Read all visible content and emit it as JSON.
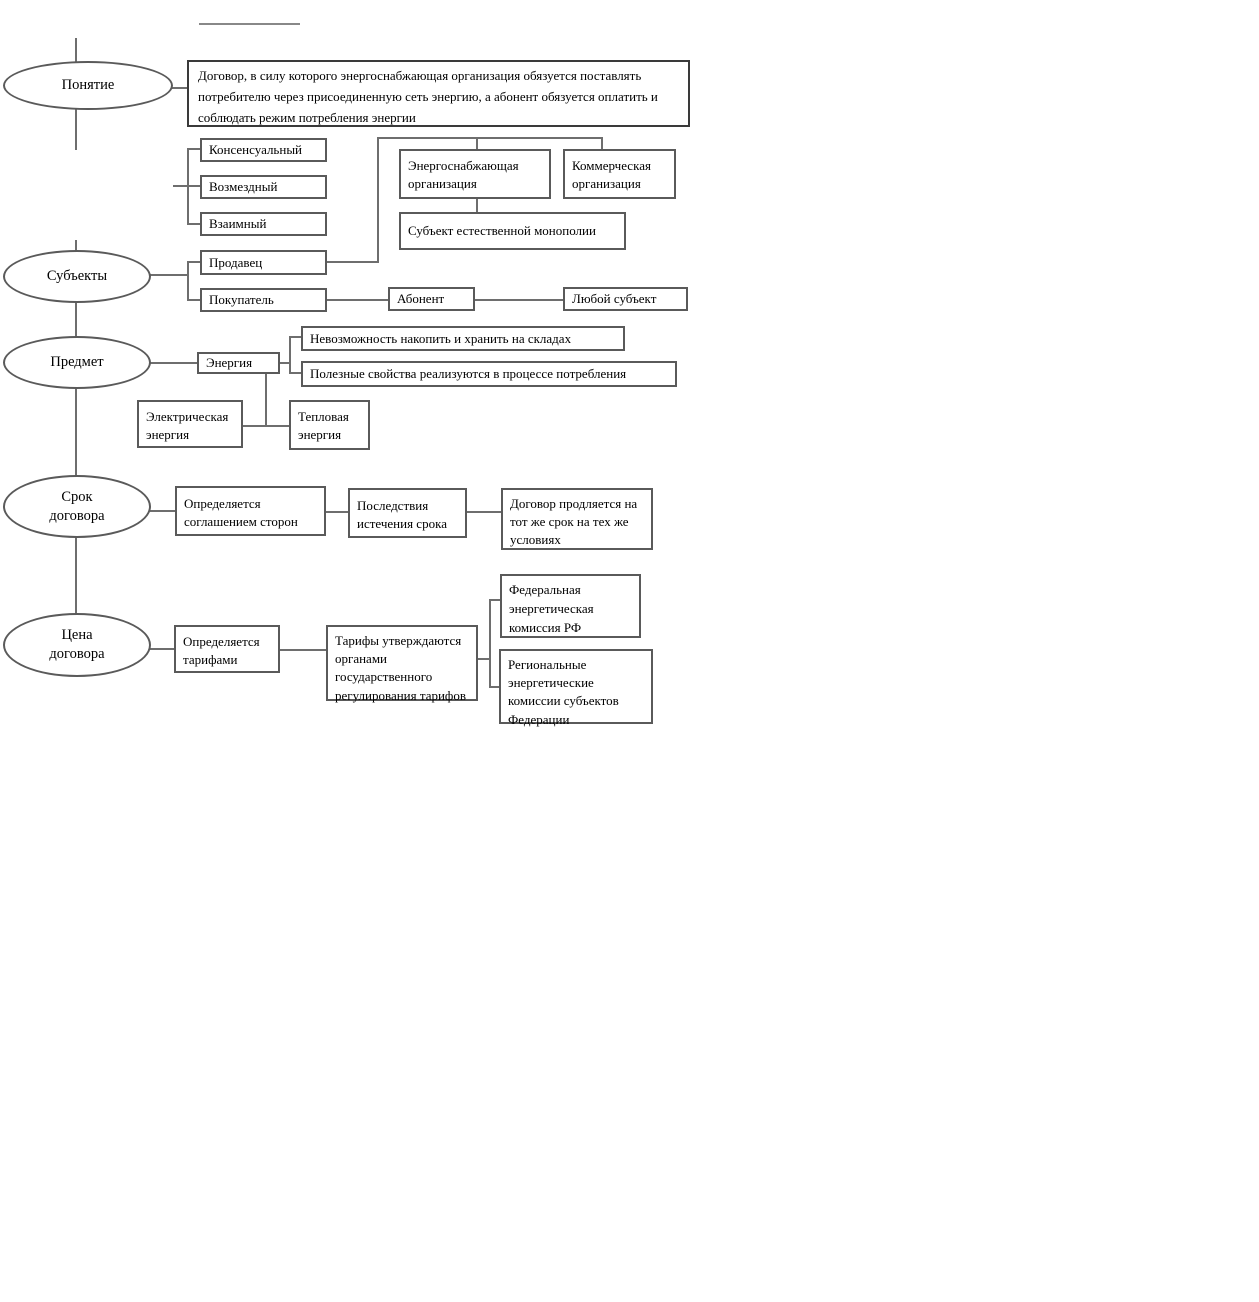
{
  "colors": {
    "box_border": "#5a5a5a",
    "definition_border": "#3a3a3a",
    "connector_line": "#6e6e6e",
    "text": "#000000",
    "background": "#ffffff"
  },
  "diagram": {
    "ponyatie": {
      "label": "Понятие",
      "definition": "Договор, в силу которого энергоснабжающая организация обязуется поставлять потребителю через присоединенную сеть энергию, а абонент обязуется оплатить и соблюдать режим потребления энергии"
    },
    "characteristics": {
      "consensual": "Консенсуальный",
      "onerous": "Возмездный",
      "mutual": "Взаимный"
    },
    "subekty": {
      "label": "Субъекты",
      "seller": "Продавец",
      "buyer": "Покупатель",
      "supplying_org": "Энергоснабжающая организация",
      "commercial_org": "Коммерческая организация",
      "natural_monopoly": "Субъект естественной монополии",
      "abonent": "Абонент",
      "any_subject": "Любой субъект"
    },
    "predmet": {
      "label": "Предмет",
      "energy": "Энергия",
      "cannot_store": "Невозможность накопить и хранить на складах",
      "useful_properties": "Полезные свойства реализуются в процессе потребления",
      "electric_energy": "Электрическая энергия",
      "thermal_energy": "Тепловая энергия"
    },
    "srok": {
      "label": "Срок договора",
      "by_agreement": "Определяется соглашением сторон",
      "expiry_consequences": "Последствия истечения срока",
      "prolongation": "Договор продляется на тот же срок на тех же условиях"
    },
    "tsena": {
      "label": "Цена договора",
      "by_tariffs": "Определяется тарифами",
      "tariffs_approved_by": "Тарифы утверждаются органами государственного регулирования тарифов",
      "federal_commission": "Федеральная энергетическая комиссия РФ",
      "regional_commissions": "Региональные энергетические комиссии субъектов Федерации"
    }
  }
}
